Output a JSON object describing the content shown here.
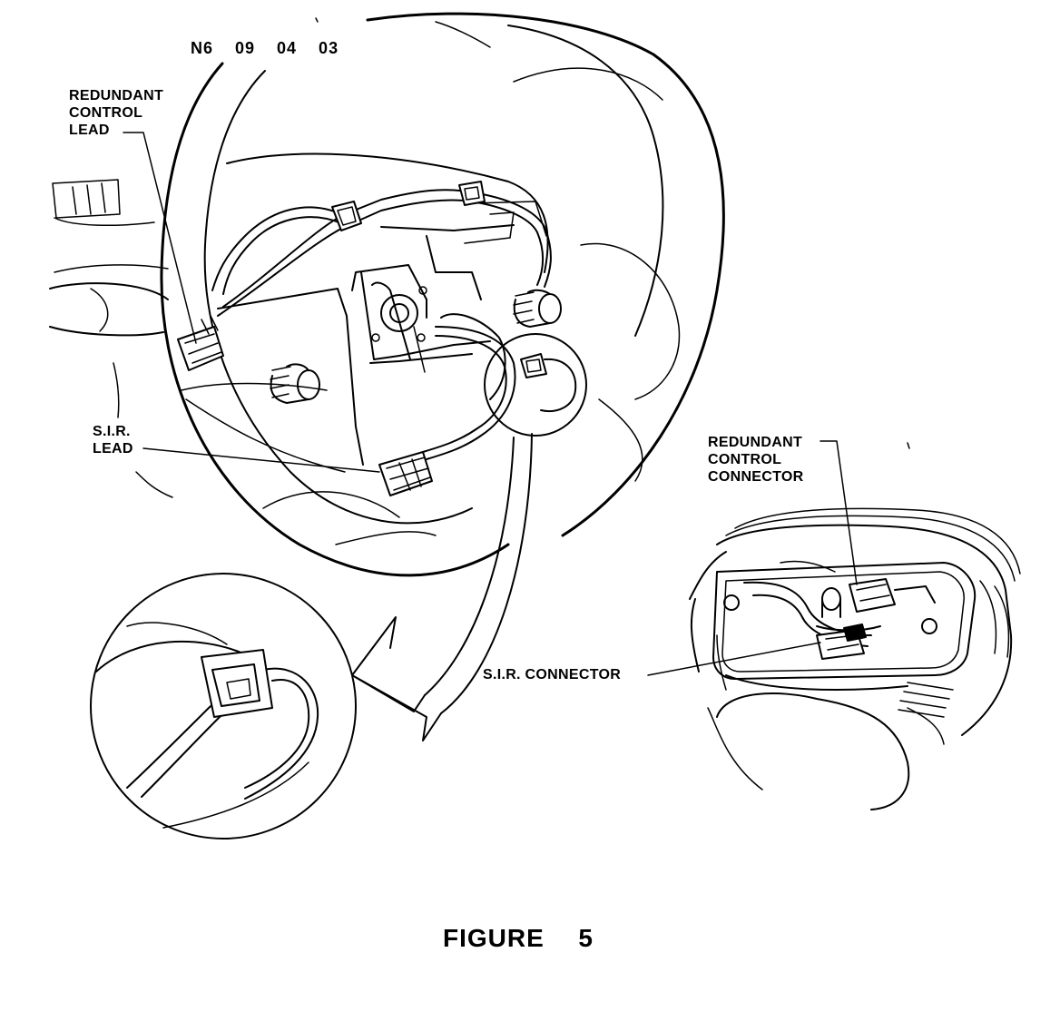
{
  "drawing_code": "N6  09  04  03",
  "labels": {
    "redundant_control_lead": "REDUNDANT\nCONTROL\nLEAD",
    "sir_lead": "S.I.R.\nLEAD",
    "redundant_control_connector": "REDUNDANT\nCONTROL\nCONNECTOR",
    "sir_connector": "S.I.R. CONNECTOR"
  },
  "caption": "FIGURE  5"
}
